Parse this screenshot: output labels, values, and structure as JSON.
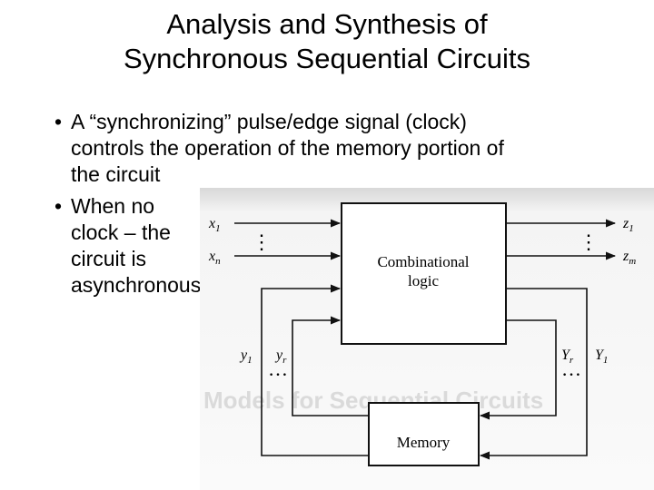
{
  "slide": {
    "title_line1": "Analysis and Synthesis of",
    "title_line2": "Synchronous Sequential Circuits",
    "bullets": [
      {
        "line1": "A “synchronizing” pulse/edge signal (clock)",
        "line2": "controls the operation of the memory portion of",
        "line3": "the circuit"
      },
      {
        "line1": "When no",
        "line2": "clock – the",
        "line3": "circuit is",
        "line4": "asynchronous:"
      }
    ],
    "bullet_glyph": "•"
  },
  "diagram": {
    "combinational_label_line1": "Combinational",
    "combinational_label_line2": "logic",
    "memory_label": "Memory",
    "inputs": {
      "first": "x",
      "first_sub": "1",
      "last": "x",
      "last_sub": "n"
    },
    "outputs": {
      "first": "z",
      "first_sub": "1",
      "last": "z",
      "last_sub": "m"
    },
    "state_left": {
      "a": "y",
      "a_sub": "1",
      "b": "y",
      "b_sub": "r"
    },
    "state_right": {
      "a": "Y",
      "a_sub": "r",
      "b": "Y",
      "b_sub": "1"
    },
    "ellipsis": "…",
    "vertical_dots": "⋮",
    "line_color": "#111111",
    "faded_background_text": "Models for Sequential Circuits"
  }
}
